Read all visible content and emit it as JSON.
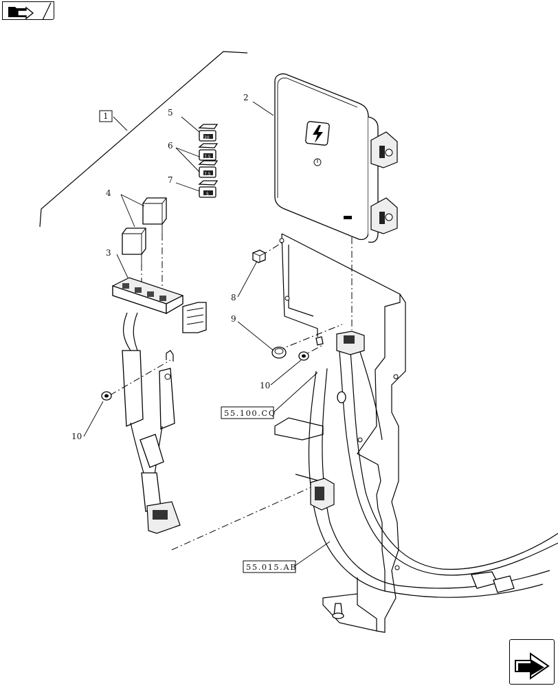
{
  "diagram": {
    "callouts": {
      "c1": "1",
      "c2": "2",
      "c3": "3",
      "c4": "4",
      "c5": "5",
      "c6": "6",
      "c7": "7",
      "c8": "8",
      "c9": "9",
      "c10a": "10",
      "c10b": "10"
    },
    "references": {
      "ref_cq": "55.100.CQ",
      "ref_ab": "55.015.AB"
    },
    "fuse_labels": {
      "f5": "20",
      "f6a": "7.5",
      "f6b": "7.5",
      "f7": "5"
    }
  },
  "navigation": {
    "top_icon": "folder-arrow-icon",
    "bottom_icon": "next-page-arrow-icon"
  }
}
